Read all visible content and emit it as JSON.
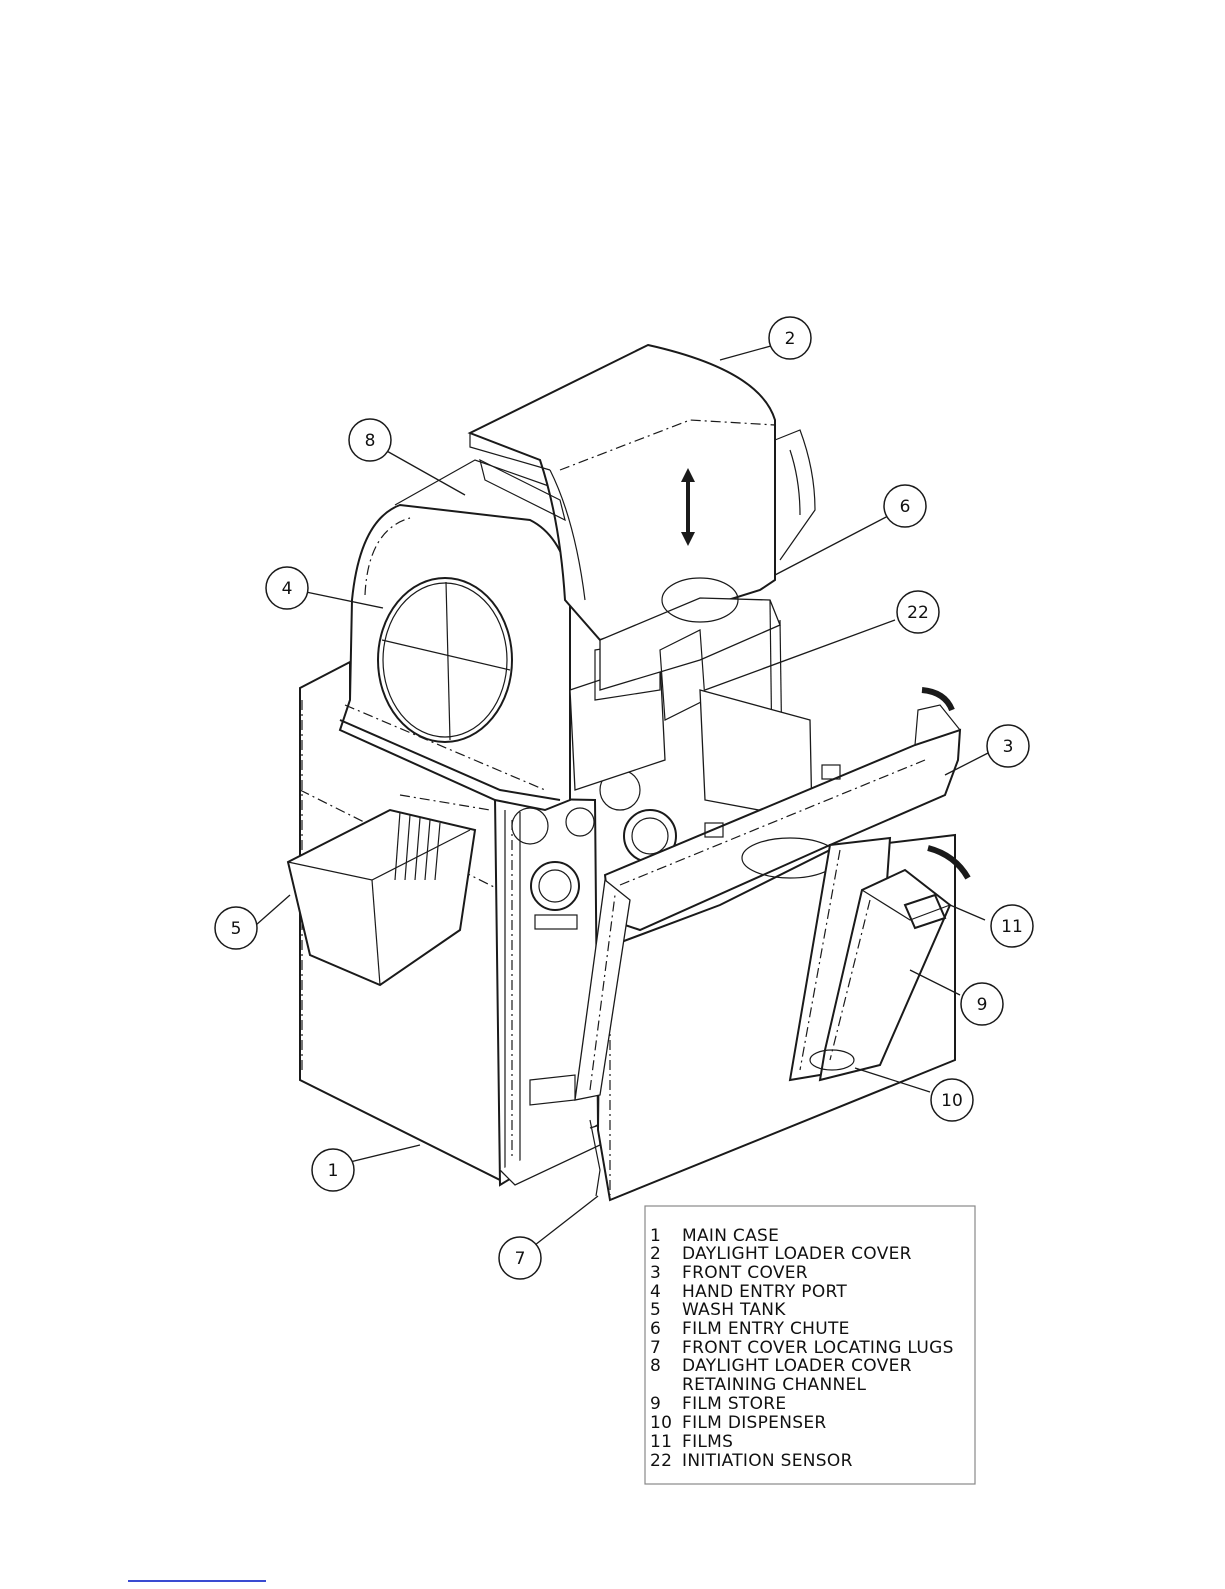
{
  "diagram": {
    "callouts": [
      {
        "id": "1",
        "label": "1"
      },
      {
        "id": "2",
        "label": "2"
      },
      {
        "id": "3",
        "label": "3"
      },
      {
        "id": "4",
        "label": "4"
      },
      {
        "id": "5",
        "label": "5"
      },
      {
        "id": "6",
        "label": "6"
      },
      {
        "id": "7",
        "label": "7"
      },
      {
        "id": "8",
        "label": "8"
      },
      {
        "id": "9",
        "label": "9"
      },
      {
        "id": "10",
        "label": "10"
      },
      {
        "id": "11",
        "label": "11"
      },
      {
        "id": "22",
        "label": "22"
      }
    ],
    "legend": [
      {
        "num": "1",
        "text": "MAIN CASE"
      },
      {
        "num": "2",
        "text": "DAYLIGHT LOADER COVER"
      },
      {
        "num": "3",
        "text": "FRONT COVER"
      },
      {
        "num": "4",
        "text": "HAND ENTRY PORT"
      },
      {
        "num": "5",
        "text": "WASH TANK"
      },
      {
        "num": "6",
        "text": "FILM ENTRY CHUTE"
      },
      {
        "num": "7",
        "text": "FRONT COVER LOCATING LUGS"
      },
      {
        "num": "8",
        "text": "DAYLIGHT LOADER COVER"
      },
      {
        "num": "",
        "text": "RETAINING CHANNEL"
      },
      {
        "num": "9",
        "text": "FILM STORE"
      },
      {
        "num": "10",
        "text": "FILM DISPENSER"
      },
      {
        "num": "11",
        "text": "FILMS"
      },
      {
        "num": "22",
        "text": "INITIATION SENSOR"
      }
    ]
  }
}
